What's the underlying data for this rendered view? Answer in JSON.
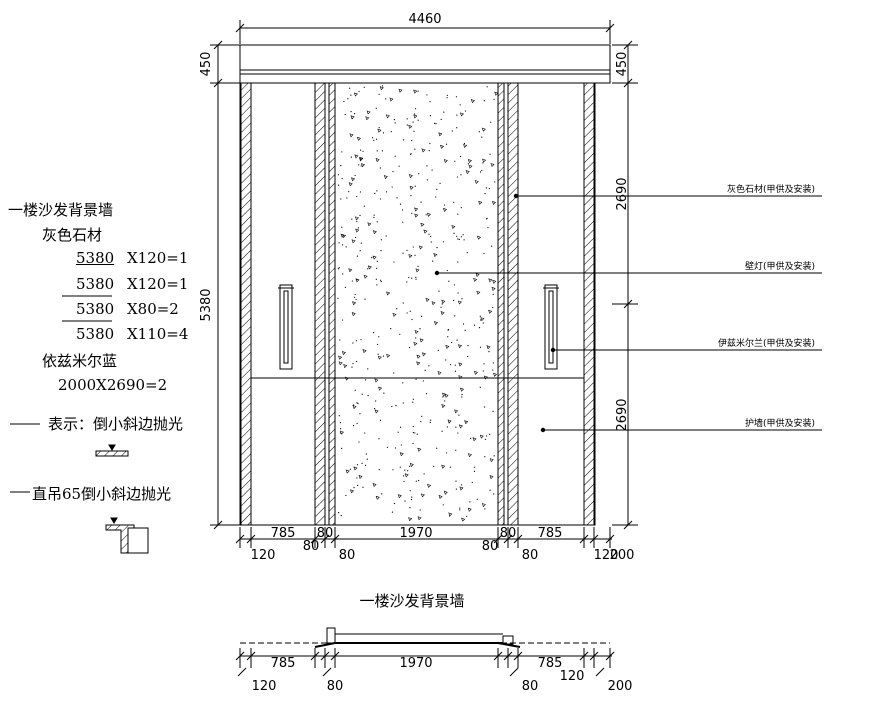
{
  "elevation": {
    "overall_width": "4460",
    "overall_height": "5380",
    "top_left_dim": "450",
    "top_right_dim": "450",
    "right_upper_dim": "2690",
    "right_lower_dim": "2690",
    "bottom_dims": {
      "d785_left": "785",
      "d80_a": "80",
      "d1970": "1970",
      "d80_b": "80",
      "d785_right": "785",
      "d120_left": "120",
      "d80_left_low": "80",
      "d80_c": "80",
      "d80_right_low": "80",
      "d80_d": "80",
      "d120_right": "120",
      "d200": "200"
    },
    "callouts": {
      "stone": "灰色石材(甲供及安装)",
      "lamp": "壁灯(甲供及安装)",
      "panel": "伊兹米尔兰(甲供及安装)",
      "wall": "护墙(甲供及安装)"
    }
  },
  "notes": {
    "title": "一楼沙发背景墙",
    "stone_heading": "灰色石材",
    "rows": [
      {
        "len": "5380",
        "spec": "X120=1"
      },
      {
        "len": "5380",
        "spec": "X120=1"
      },
      {
        "len": "5380",
        "spec": "X80=2"
      },
      {
        "len": "5380",
        "spec": "X110=4"
      }
    ],
    "slab_heading": "依兹米尔蓝",
    "slab_spec": "2000X2690=2",
    "edge1": "表示：倒小斜边抛光",
    "edge2": "直吊65倒小斜边抛光"
  },
  "plan": {
    "title": "一楼沙发背景墙",
    "dims": {
      "d785_left": "785",
      "d1970": "1970",
      "d785_right": "785",
      "d120_left": "120",
      "d80_left": "80",
      "d80_right": "80",
      "d120_right": "120",
      "d200": "200"
    }
  }
}
